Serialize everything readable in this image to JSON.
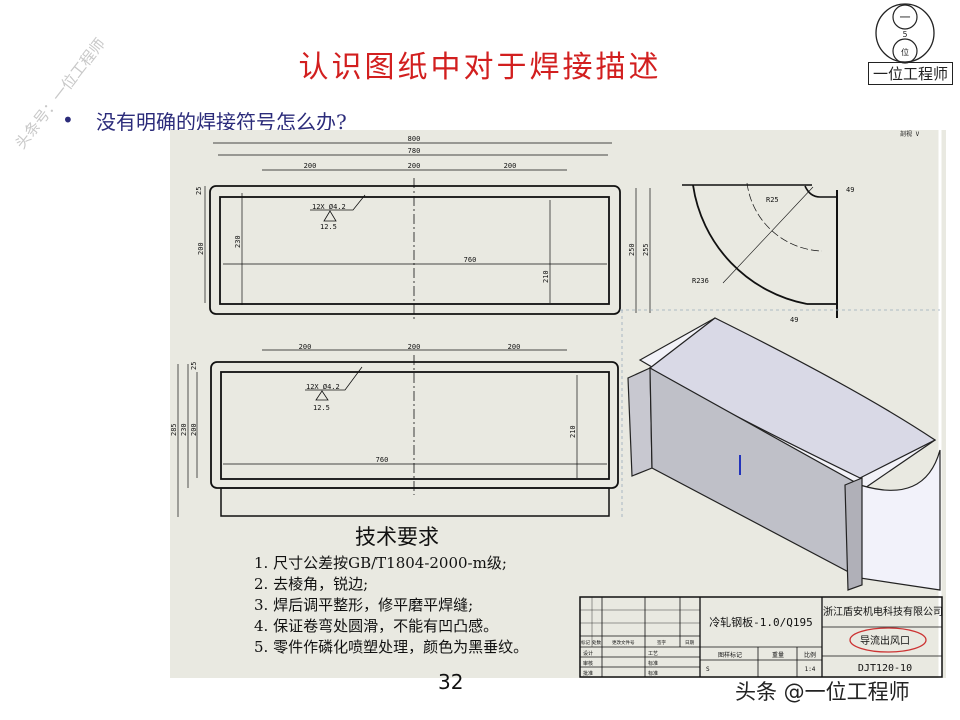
{
  "slide": {
    "title": "认识图纸中对于焊接描述",
    "bullet": "没有明确的焊接符号怎么办?",
    "page_number": "32",
    "watermark": "头条号：一位工程师",
    "footer_mark": "头条 @一位工程师",
    "logo": {
      "top_char": "一",
      "mid_char": "5",
      "bottom_char": "位",
      "label": "一位工程师"
    },
    "colors": {
      "title": "#d21f1f",
      "bullet": "#2b2b7a",
      "drawing_bg": "#e9e9e1"
    }
  },
  "drawing": {
    "top_view": {
      "dims": {
        "overall": "800",
        "inner": "780",
        "pitch_1": "200",
        "pitch_2": "200",
        "pitch_3": "200",
        "width_inner": "760",
        "left_25": "25",
        "left_200": "200",
        "left_230": "230",
        "right_210": "210",
        "right_250": "250",
        "right_255": "255"
      },
      "weld_note": "12X Ø4.2",
      "roughness": "12.5"
    },
    "front_view": {
      "dims": {
        "pitch_1": "200",
        "pitch_2": "200",
        "pitch_3": "200",
        "width_inner": "760",
        "left_25": "25",
        "left_200": "200",
        "left_230": "230",
        "left_total": "285",
        "right_210": "210"
      },
      "weld_note": "12X Ø4.2",
      "roughness": "12.5"
    },
    "side_view": {
      "r_small": "R25",
      "r_large": "R236",
      "dim_top": "49",
      "dim_bottom": "49",
      "view_label": "剖视 V"
    },
    "tech_requirements": {
      "title": "技术要求",
      "items": [
        "1. 尺寸公差按GB/T1804-2000-m级;",
        "2. 去棱角，锐边;",
        "3. 焊后调平整形，修平磨平焊缝;",
        "4. 保证卷弯处圆滑，不能有凹凸感。",
        "5. 零件作磷化喷塑处理，颜色为黑垂纹。"
      ]
    },
    "title_block": {
      "material": "冷轧钢板-1.0/Q195",
      "company": "浙江盾安机电科技有限公司",
      "part_name": "导流出风口",
      "drawing_no": "DJT120-10",
      "headers": [
        "标记",
        "处数",
        "更改文件号",
        "签字",
        "日期"
      ],
      "rows": [
        [
          "设计",
          "工艺"
        ],
        [
          "审核",
          "标准"
        ],
        [
          "批准",
          "标准"
        ]
      ],
      "mark_header": "图样标记",
      "weight_header": "重量",
      "scale_header": "比例",
      "mark_value": "S",
      "scale_value": "1:4"
    }
  }
}
